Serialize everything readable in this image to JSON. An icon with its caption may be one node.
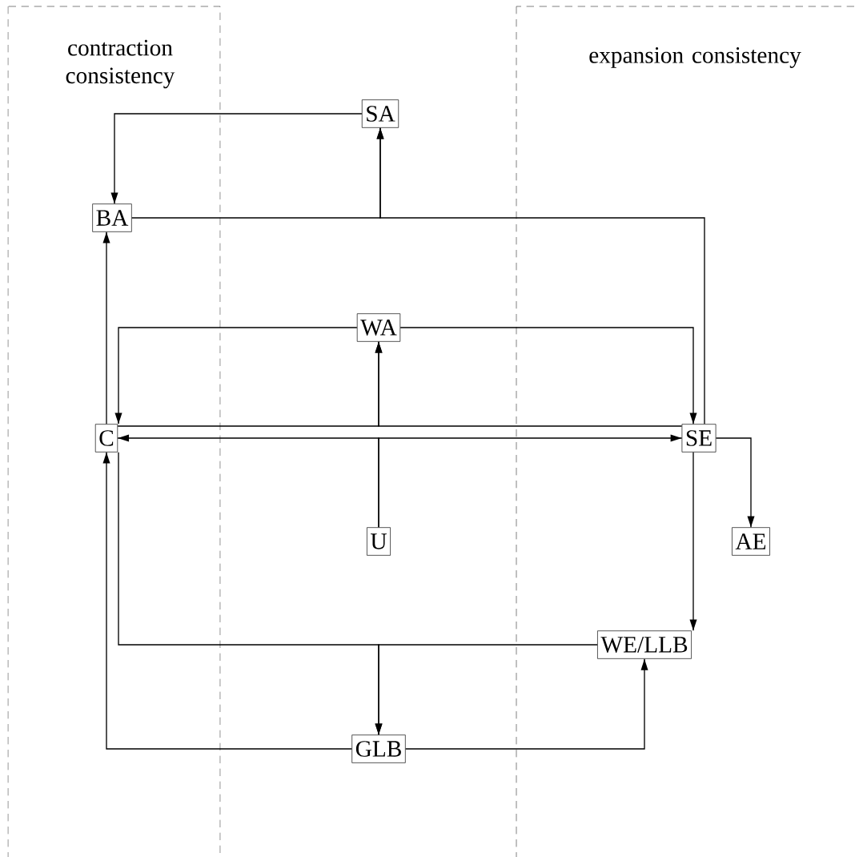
{
  "diagram": {
    "nodes": [
      {
        "text": [
          "contraction consistency"
        ]
      },
      {
        "text": [
          "expansion consistency"
        ]
      },
      {
        "text": [
          "SA"
        ]
      },
      {
        "text": [
          "BA"
        ],
        "in": 0
      },
      {
        "text": [
          "WA"
        ]
      },
      {
        "text": [
          "C"
        ],
        "in": 0
      },
      {
        "text": [
          "SE"
        ],
        "in": 1
      },
      {
        "text": [
          "U"
        ]
      },
      {
        "text": [
          "AE"
        ],
        "in": 1
      },
      {
        "text": [
          "WE/LLB"
        ],
        "in": 1
      },
      {
        "text": [
          "GLB"
        ]
      }
    ],
    "edges": [
      {
        "from": 2,
        "to": 3,
        "arrow": "to"
      },
      {
        "from": 3,
        "to": 2,
        "arrow": "to"
      },
      {
        "from": 6,
        "to": 2,
        "arrow": "to"
      },
      {
        "from": 5,
        "to": 3,
        "arrow": "to"
      },
      {
        "from": 4,
        "to": 5,
        "arrow": "to"
      },
      {
        "from": 4,
        "to": 6,
        "arrow": "to"
      },
      {
        "from": 5,
        "to": 4,
        "arrow": "to"
      },
      {
        "from": 6,
        "to": 4,
        "arrow": "to"
      },
      {
        "from": 7,
        "to": 5,
        "arrow": "to"
      },
      {
        "from": 7,
        "to": 6,
        "arrow": "to"
      },
      {
        "from": 6,
        "to": 8,
        "arrow": "to"
      },
      {
        "from": 6,
        "to": 9,
        "arrow": "to"
      },
      {
        "from": 5,
        "to": 10,
        "arrow": "to"
      },
      {
        "from": 9,
        "to": 10,
        "arrow": "to"
      },
      {
        "from": 10,
        "to": 5,
        "arrow": "to"
      },
      {
        "from": 10,
        "to": 9,
        "arrow": "to"
      }
    ]
  }
}
